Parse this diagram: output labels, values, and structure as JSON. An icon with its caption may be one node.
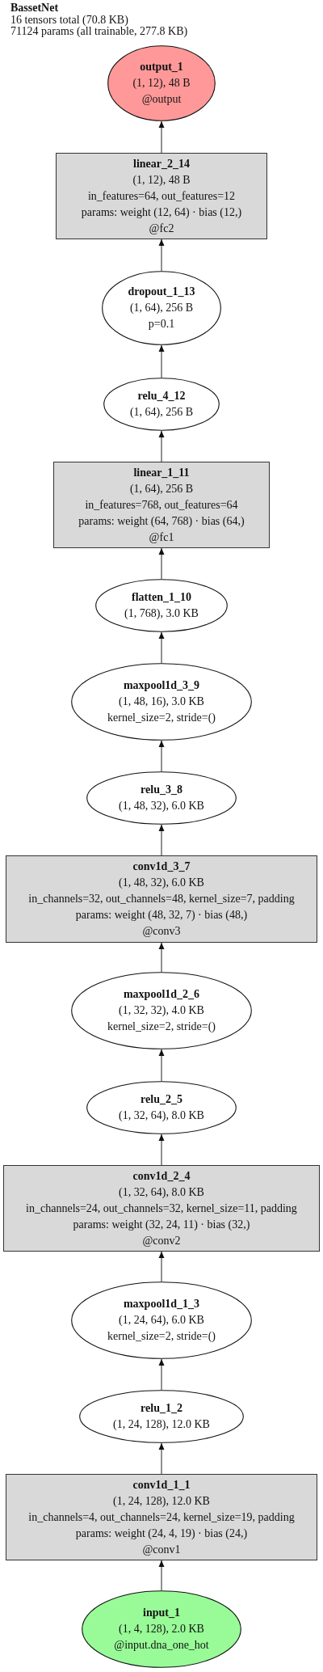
{
  "diagram": {
    "title": "BassetNet",
    "labels": [
      "16 tensors total (70.8 KB)",
      "71124 params (all trainable, 277.8 KB)"
    ],
    "nodes": [
      {
        "text": [
          "output_1",
          "(1, 12), 48 B",
          "@output"
        ]
      },
      {
        "text": [
          "linear_2_14",
          "(1, 12), 48 B",
          "in_features=64, out_features=12",
          "params: weight (12, 64) · bias (12,)",
          "@fc2"
        ]
      },
      {
        "text": [
          "dropout_1_13",
          "(1, 64), 256 B",
          "p=0.1"
        ]
      },
      {
        "text": [
          "relu_4_12",
          "(1, 64), 256 B"
        ]
      },
      {
        "text": [
          "linear_1_11",
          "(1, 64), 256 B",
          "in_features=768, out_features=64",
          "params: weight (64, 768) · bias (64,)",
          "@fc1"
        ]
      },
      {
        "text": [
          "flatten_1_10",
          "(1, 768), 3.0 KB"
        ]
      },
      {
        "text": [
          "maxpool1d_3_9",
          "(1, 48, 16), 3.0 KB",
          "kernel_size=2, stride=()"
        ]
      },
      {
        "text": [
          "relu_3_8",
          "(1, 48, 32), 6.0 KB"
        ]
      },
      {
        "text": [
          "conv1d_3_7",
          "(1, 48, 32), 6.0 KB",
          "in_channels=32, out_channels=48, kernel_size=7, padding",
          "params: weight (48, 32, 7) · bias (48,)",
          "@conv3"
        ]
      },
      {
        "text": [
          "maxpool1d_2_6",
          "(1, 32, 32), 4.0 KB",
          "kernel_size=2, stride=()"
        ]
      },
      {
        "text": [
          "relu_2_5",
          "(1, 32, 64), 8.0 KB"
        ]
      },
      {
        "text": [
          "conv1d_2_4",
          "(1, 32, 64), 8.0 KB",
          "in_channels=24, out_channels=32, kernel_size=11, padding",
          "params: weight (32, 24, 11) · bias (32,)",
          "@conv2"
        ]
      },
      {
        "text": [
          "maxpool1d_1_3",
          "(1, 24, 64), 6.0 KB",
          "kernel_size=2, stride=()"
        ]
      },
      {
        "text": [
          "relu_1_2",
          "(1, 24, 128), 12.0 KB"
        ]
      },
      {
        "text": [
          "conv1d_1_1",
          "(1, 24, 128), 12.0 KB",
          "in_channels=4, out_channels=24, kernel_size=19, padding",
          "params: weight (24, 4, 19) · bias (24,)",
          "@conv1"
        ]
      },
      {
        "text": [
          "input_1",
          "(1, 4, 128), 2.0 KB",
          "@input.dna_one_hot"
        ]
      }
    ],
    "edges": [
      {
        "from": 1,
        "to": 0,
        "arrow": "to"
      },
      {
        "from": 2,
        "to": 1,
        "arrow": "to"
      },
      {
        "from": 3,
        "to": 2,
        "arrow": "to"
      },
      {
        "from": 4,
        "to": 3,
        "arrow": "to"
      },
      {
        "from": 5,
        "to": 4,
        "arrow": "to"
      },
      {
        "from": 6,
        "to": 5,
        "arrow": "to"
      },
      {
        "from": 7,
        "to": 6,
        "arrow": "to"
      },
      {
        "from": 8,
        "to": 7,
        "arrow": "to"
      },
      {
        "from": 9,
        "to": 8,
        "arrow": "to"
      },
      {
        "from": 10,
        "to": 9,
        "arrow": "to"
      },
      {
        "from": 11,
        "to": 10,
        "arrow": "to"
      },
      {
        "from": 12,
        "to": 11,
        "arrow": "to"
      },
      {
        "from": 13,
        "to": 12,
        "arrow": "to"
      },
      {
        "from": 14,
        "to": 13,
        "arrow": "to"
      },
      {
        "from": 15,
        "to": 14,
        "arrow": "to"
      }
    ]
  }
}
